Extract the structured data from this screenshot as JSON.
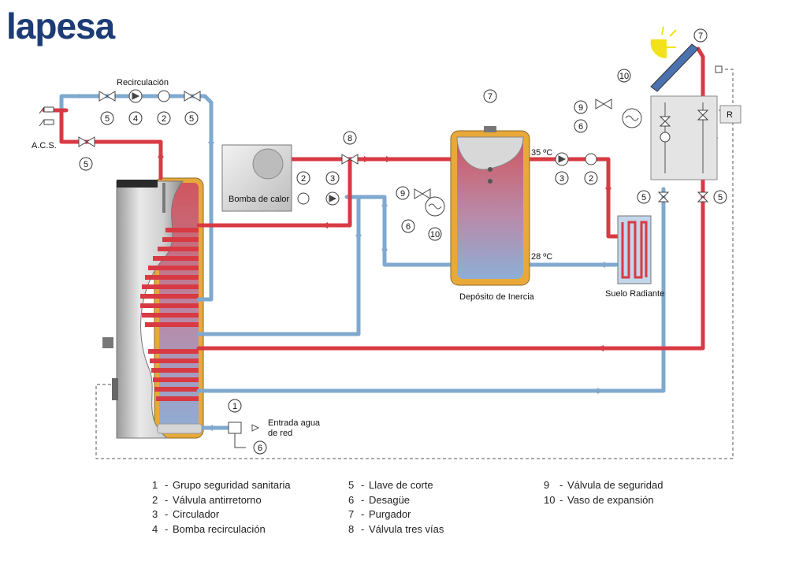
{
  "brand": "lapesa",
  "labels": {
    "recirculacion": "Recirculación",
    "acs": "A.C.S.",
    "bomba_calor": "Bomba de calor",
    "deposito_inercia": "Depósito de Inercia",
    "suelo_radiante": "Suelo Radiante",
    "entrada_line1": "Entrada agua",
    "entrada_line2": "de red",
    "temp_hot": "35 ºC",
    "temp_cold": "28 ºC",
    "regulator": "R"
  },
  "markers": [
    "5",
    "4",
    "2",
    "5",
    "5",
    "8",
    "2",
    "3",
    "7",
    "9",
    "6",
    "10",
    "3",
    "2",
    "10",
    "9",
    "6",
    "7",
    "5",
    "5",
    "1",
    "6"
  ],
  "legend": {
    "col1": [
      {
        "num": "1",
        "text": "Grupo seguridad sanitaria"
      },
      {
        "num": "2",
        "text": "Válvula antirretorno"
      },
      {
        "num": "3",
        "text": "Circulador"
      },
      {
        "num": "4",
        "text": "Bomba recirculación"
      }
    ],
    "col2": [
      {
        "num": "5",
        "text": "Llave de corte"
      },
      {
        "num": "6",
        "text": "Desagüe"
      },
      {
        "num": "7",
        "text": "Purgador"
      },
      {
        "num": "8",
        "text": "Válvula tres vías"
      }
    ],
    "col3": [
      {
        "num": "9",
        "text": "Válvula de seguridad"
      },
      {
        "num": "10",
        "text": "Vaso de expansión"
      }
    ]
  },
  "colors": {
    "hot": "#d83a44",
    "cold": "#7fa9cf",
    "brand": "#1d3c75",
    "tank_jacket": "#e8a93a"
  }
}
